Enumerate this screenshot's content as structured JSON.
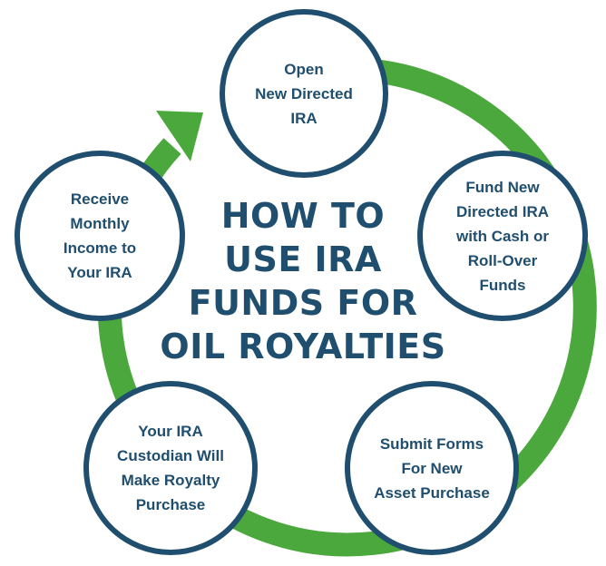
{
  "title_lines": [
    "HOW TO",
    "USE IRA",
    "FUNDS FOR",
    "OIL ROYALTIES"
  ],
  "steps": [
    {
      "lines": [
        "Open",
        "New Directed",
        "IRA"
      ]
    },
    {
      "lines": [
        "Fund New",
        "Directed IRA",
        "with Cash or",
        "Roll-Over",
        "Funds"
      ]
    },
    {
      "lines": [
        "Submit Forms",
        "For New",
        "Asset Purchase"
      ]
    },
    {
      "lines": [
        "Your IRA",
        "Custodian Will",
        "Make Royalty",
        "Purchase"
      ]
    },
    {
      "lines": [
        "Receive",
        "Monthly",
        "Income to",
        "Your IRA"
      ]
    }
  ],
  "colors": {
    "navy": "#1f4e6e",
    "green": "#4aa83c",
    "background": "#ffffff"
  },
  "icons": {
    "ring": "cycle-ring",
    "arrow": "arrow-head-icon"
  }
}
